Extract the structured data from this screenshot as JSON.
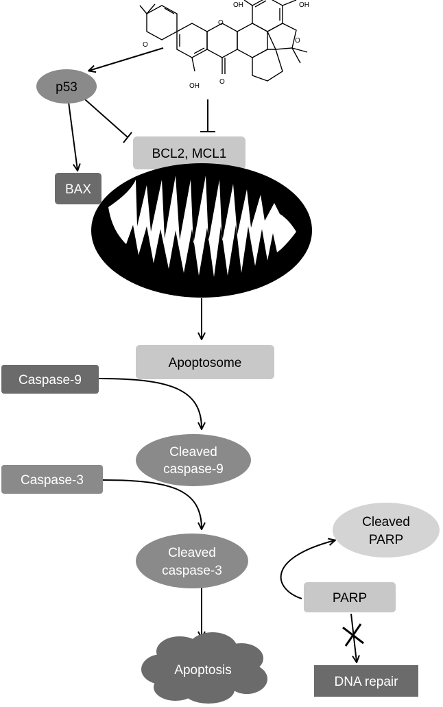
{
  "nodes": {
    "p53": "p53",
    "bcl2_mcl1": "BCL2, MCL1",
    "bax": "BAX",
    "apoptosome": "Apoptosome",
    "caspase9": "Caspase-9",
    "cleaved_caspase9": [
      "Cleaved",
      "caspase-9"
    ],
    "caspase3": "Caspase-3",
    "cleaved_caspase3": [
      "Cleaved",
      "caspase-3"
    ],
    "cleaved_parp": [
      "Cleaved",
      "PARP"
    ],
    "parp": "PARP",
    "apoptosis": "Apoptosis",
    "dna_repair": "DNA repair"
  },
  "molecule": {
    "labels": [
      "OH",
      "OH",
      "OH",
      "O",
      "O",
      "O",
      "O"
    ]
  },
  "colors": {
    "light_box": "#c8c8c8",
    "dark_box": "#6b6b6b",
    "mid_ellipse": "#8a8a8a",
    "light_ellipse": "#d4d4d4",
    "mitochondrion": "#000000",
    "arrow": "#000000"
  }
}
